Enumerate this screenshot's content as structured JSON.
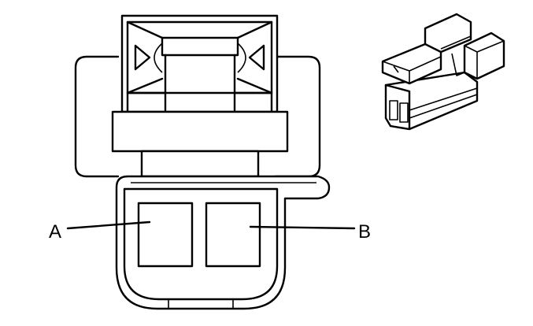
{
  "diagram": {
    "front_view": {
      "terminal_labels": [
        {
          "id": "A",
          "text": "A"
        },
        {
          "id": "B",
          "text": "B"
        }
      ]
    },
    "isometric_view": {}
  }
}
